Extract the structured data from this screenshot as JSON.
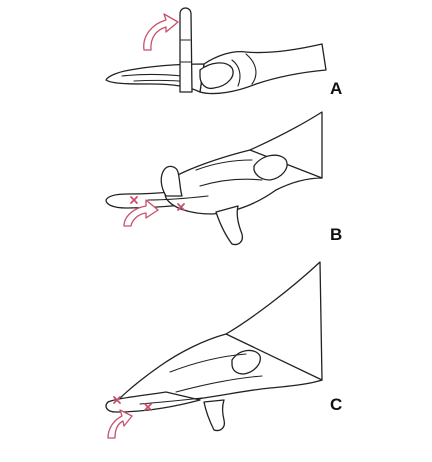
{
  "panels": [
    {
      "label": "A"
    },
    {
      "label": "B"
    },
    {
      "label": "C"
    }
  ],
  "colors": {
    "line": "#222222",
    "accent": "#c8506b",
    "background": "#ffffff"
  }
}
